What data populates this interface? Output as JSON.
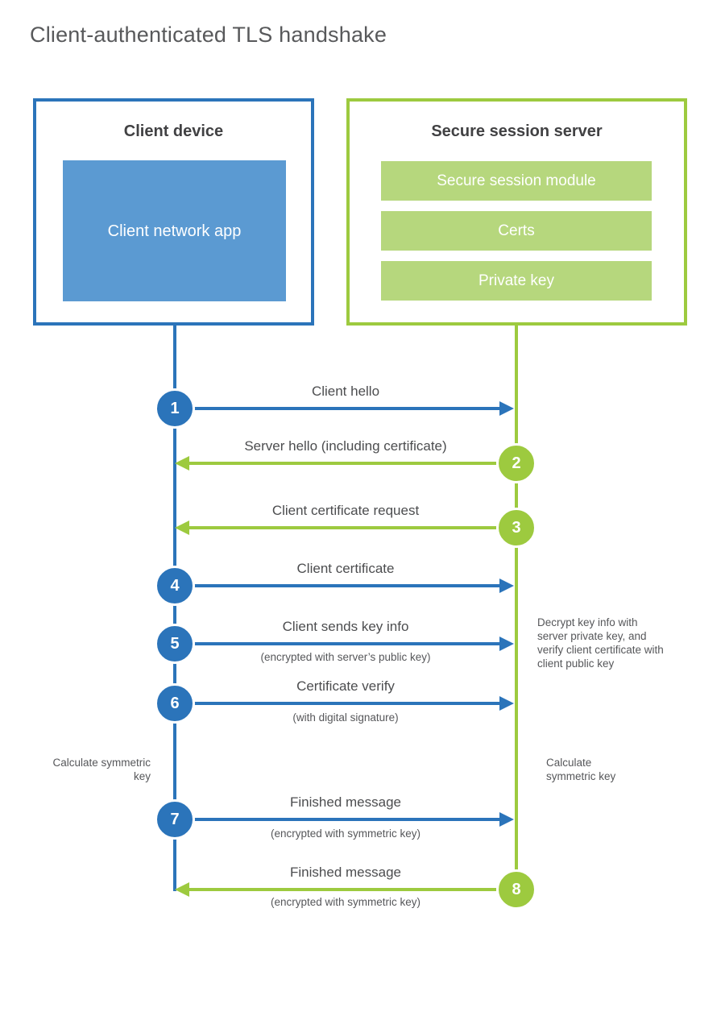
{
  "title": "Client-authenticated TLS handshake",
  "colors": {
    "blue": "#2b74ba",
    "blue-fill": "#5b9ad2",
    "green": "#9dca3f",
    "green-fill": "#b6d77d",
    "heading": "#414143",
    "text": "#4c4d4f",
    "muted": "#56575a"
  },
  "client": {
    "title": "Client device",
    "app": "Client network app"
  },
  "server": {
    "title": "Secure session server",
    "modules": [
      "Secure session module",
      "Certs",
      "Private key"
    ]
  },
  "messages": [
    {
      "num": "1",
      "label": "Client hello",
      "sub": "",
      "direction": "client-to-server"
    },
    {
      "num": "2",
      "label": "Server hello (including certificate)",
      "sub": "",
      "direction": "server-to-client"
    },
    {
      "num": "3",
      "label": "Client certificate request",
      "sub": "",
      "direction": "server-to-client"
    },
    {
      "num": "4",
      "label": "Client certificate",
      "sub": "",
      "direction": "client-to-server"
    },
    {
      "num": "5",
      "label": "Client sends key info",
      "sub": "(encrypted with server’s public key)",
      "direction": "client-to-server"
    },
    {
      "num": "6",
      "label": "Certificate verify",
      "sub": "(with digital signature)",
      "direction": "client-to-server"
    },
    {
      "num": "7",
      "label": "Finished message",
      "sub": "(encrypted with symmetric key)",
      "direction": "client-to-server"
    },
    {
      "num": "8",
      "label": "Finished message",
      "sub": "(encrypted with symmetric key)",
      "direction": "server-to-client"
    }
  ],
  "notes": {
    "decrypt": "Decrypt key info with server private key, and verify client certificate with client public key",
    "calc_left": "Calculate symmetric key",
    "calc_right": "Calculate symmetric key"
  }
}
